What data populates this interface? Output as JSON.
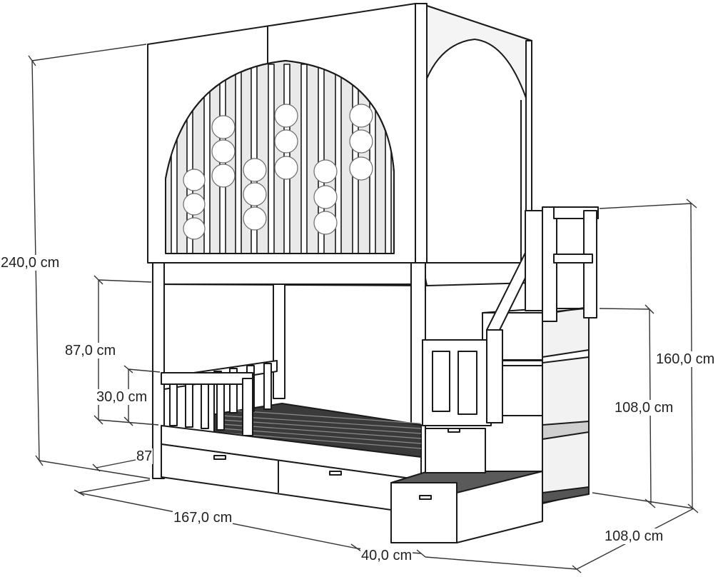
{
  "dimensions": {
    "total_height": "240,0 cm",
    "lower_rail_height": "87,0 cm",
    "guard_rail_height": "30,0 cm",
    "lower_depth_partial": "87",
    "bed_length": "167,0 cm",
    "stair_offset": "40,0 cm",
    "stair_platform_height": "160,0 cm",
    "stair_top_height": "108,0 cm",
    "stair_depth": "108,0 cm"
  },
  "colors": {
    "line": "#1a1a1a",
    "panel": "#ffffff",
    "shade": "#d9d9d9",
    "dark": "#555555"
  }
}
